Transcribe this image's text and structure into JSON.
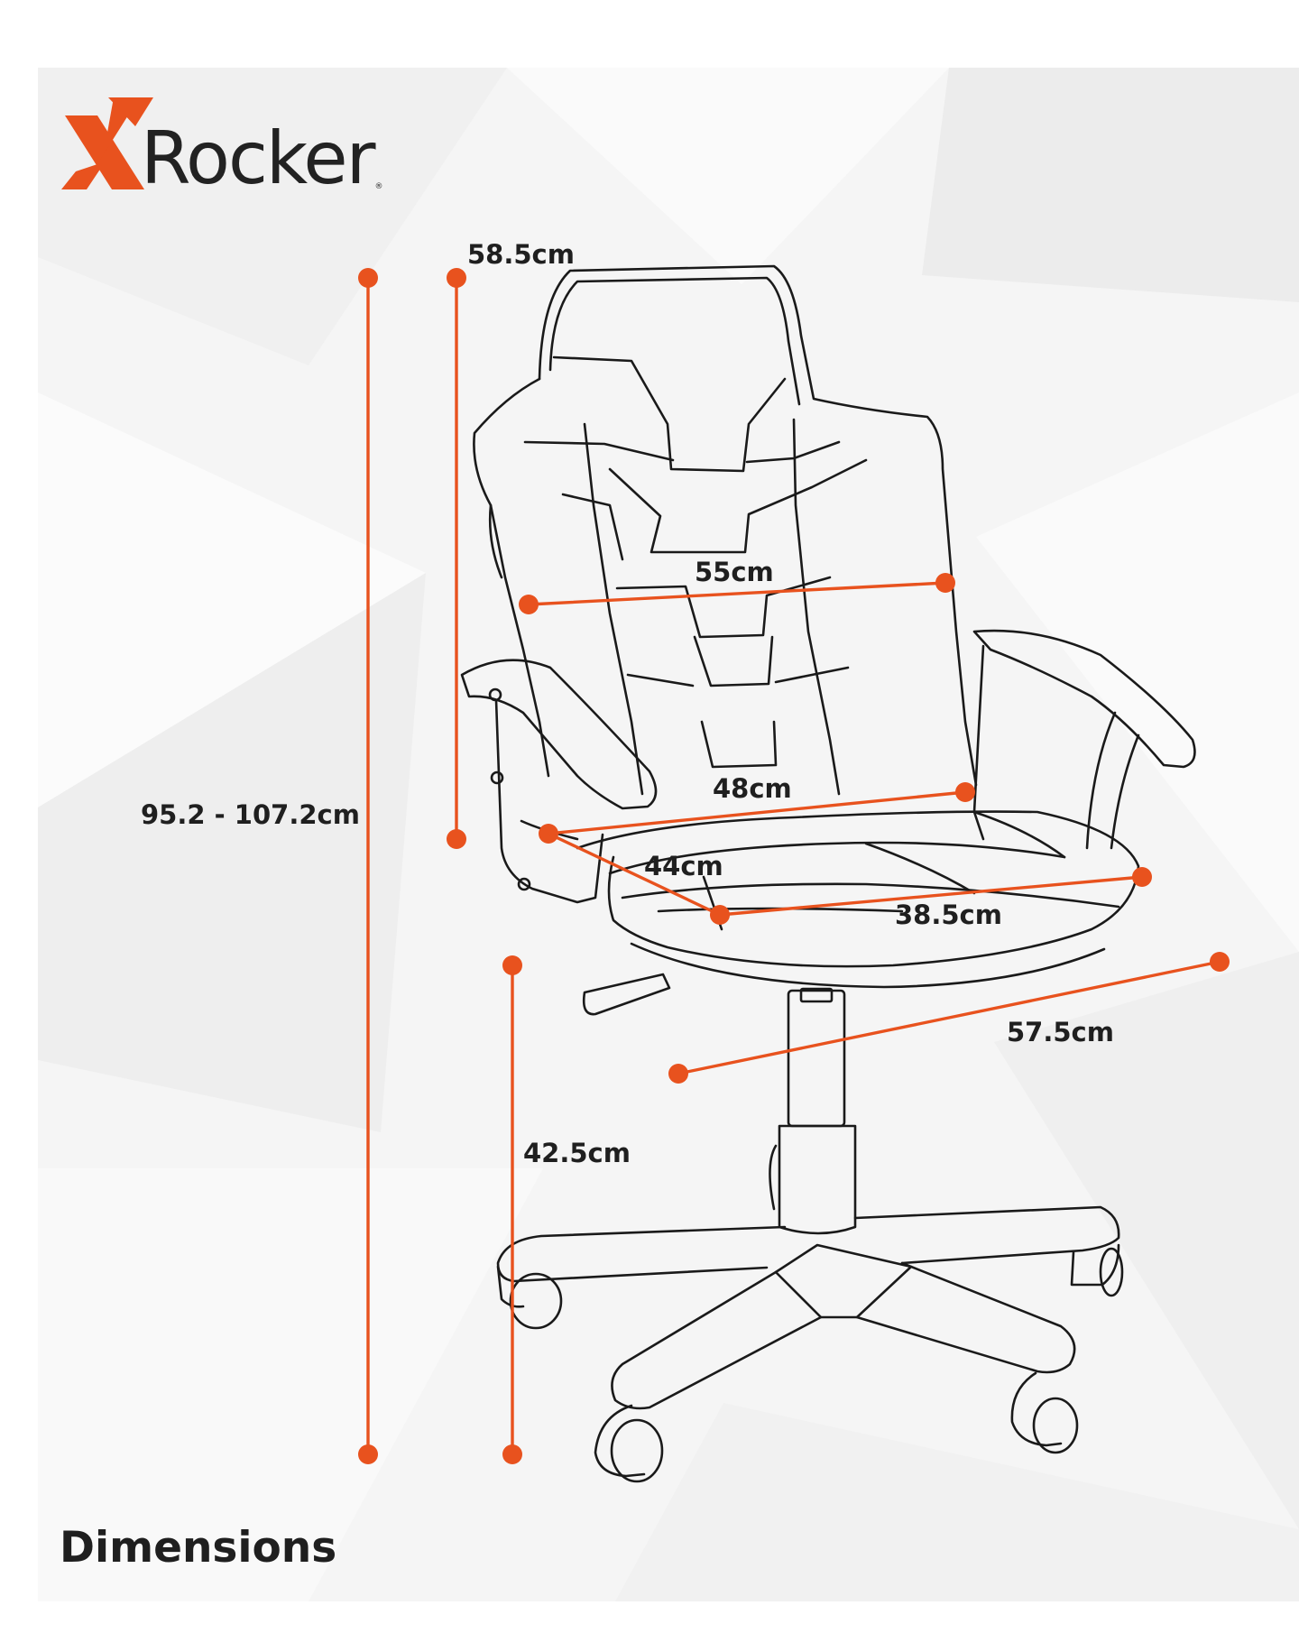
{
  "brand": {
    "name": "Rocker",
    "accent": "#e8521e"
  },
  "dimensions": {
    "overall_height": "95.2 - 107.2cm",
    "back_height": "58.5cm",
    "back_width": "55cm",
    "seat_width": "48cm",
    "seat_depth": "44cm",
    "seat_front_width": "38.5cm",
    "base_width": "57.5cm",
    "seat_height": "42.5cm"
  },
  "title": "Dimensions",
  "colors": {
    "line_art": "#1a1a1a",
    "dimension": "#e8521e",
    "background": "#f5f5f5"
  }
}
